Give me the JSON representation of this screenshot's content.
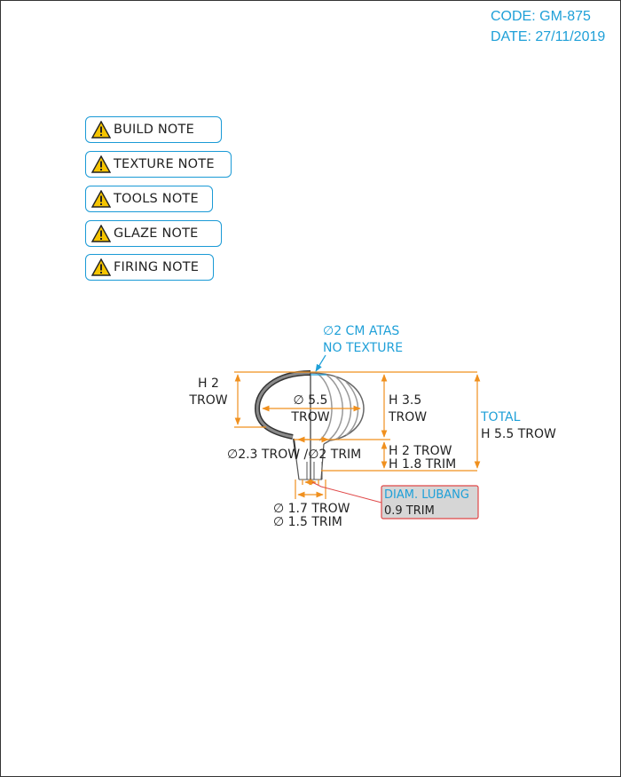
{
  "header": {
    "code": "CODE: GM-875",
    "date": "DATE: 27/11/2019"
  },
  "notes": [
    {
      "label": "BUILD NOTE"
    },
    {
      "label": "TEXTURE NOTE"
    },
    {
      "label": "TOOLS NOTE"
    },
    {
      "label": "GLAZE NOTE"
    },
    {
      "label": "FIRING NOTE"
    }
  ],
  "drawing": {
    "top_note": [
      "∅2 CM ATAS",
      "NO TEXTURE"
    ],
    "left_height": [
      "H 2",
      "TROW"
    ],
    "body_diameter": [
      "∅ 5.5",
      "TROW"
    ],
    "body_height": [
      "H 3.5",
      "TROW"
    ],
    "total_height": [
      "TOTAL",
      "H 5.5 TROW"
    ],
    "neck_diameter": "∅2.3 TROW /∅2 TRIM",
    "neck_height": [
      "H 2 TROW",
      "H 1.8 TRIM"
    ],
    "foot_diameter": [
      "∅ 1.7 TROW",
      "∅ 1.5 TRIM"
    ],
    "hole_callout": [
      "DIAM. LUBANG",
      "0.9 TRIM"
    ]
  },
  "colors": {
    "accent_blue": "#1fa0d8",
    "dimension_orange": "#f0901e",
    "callout_red": "#e04848"
  }
}
